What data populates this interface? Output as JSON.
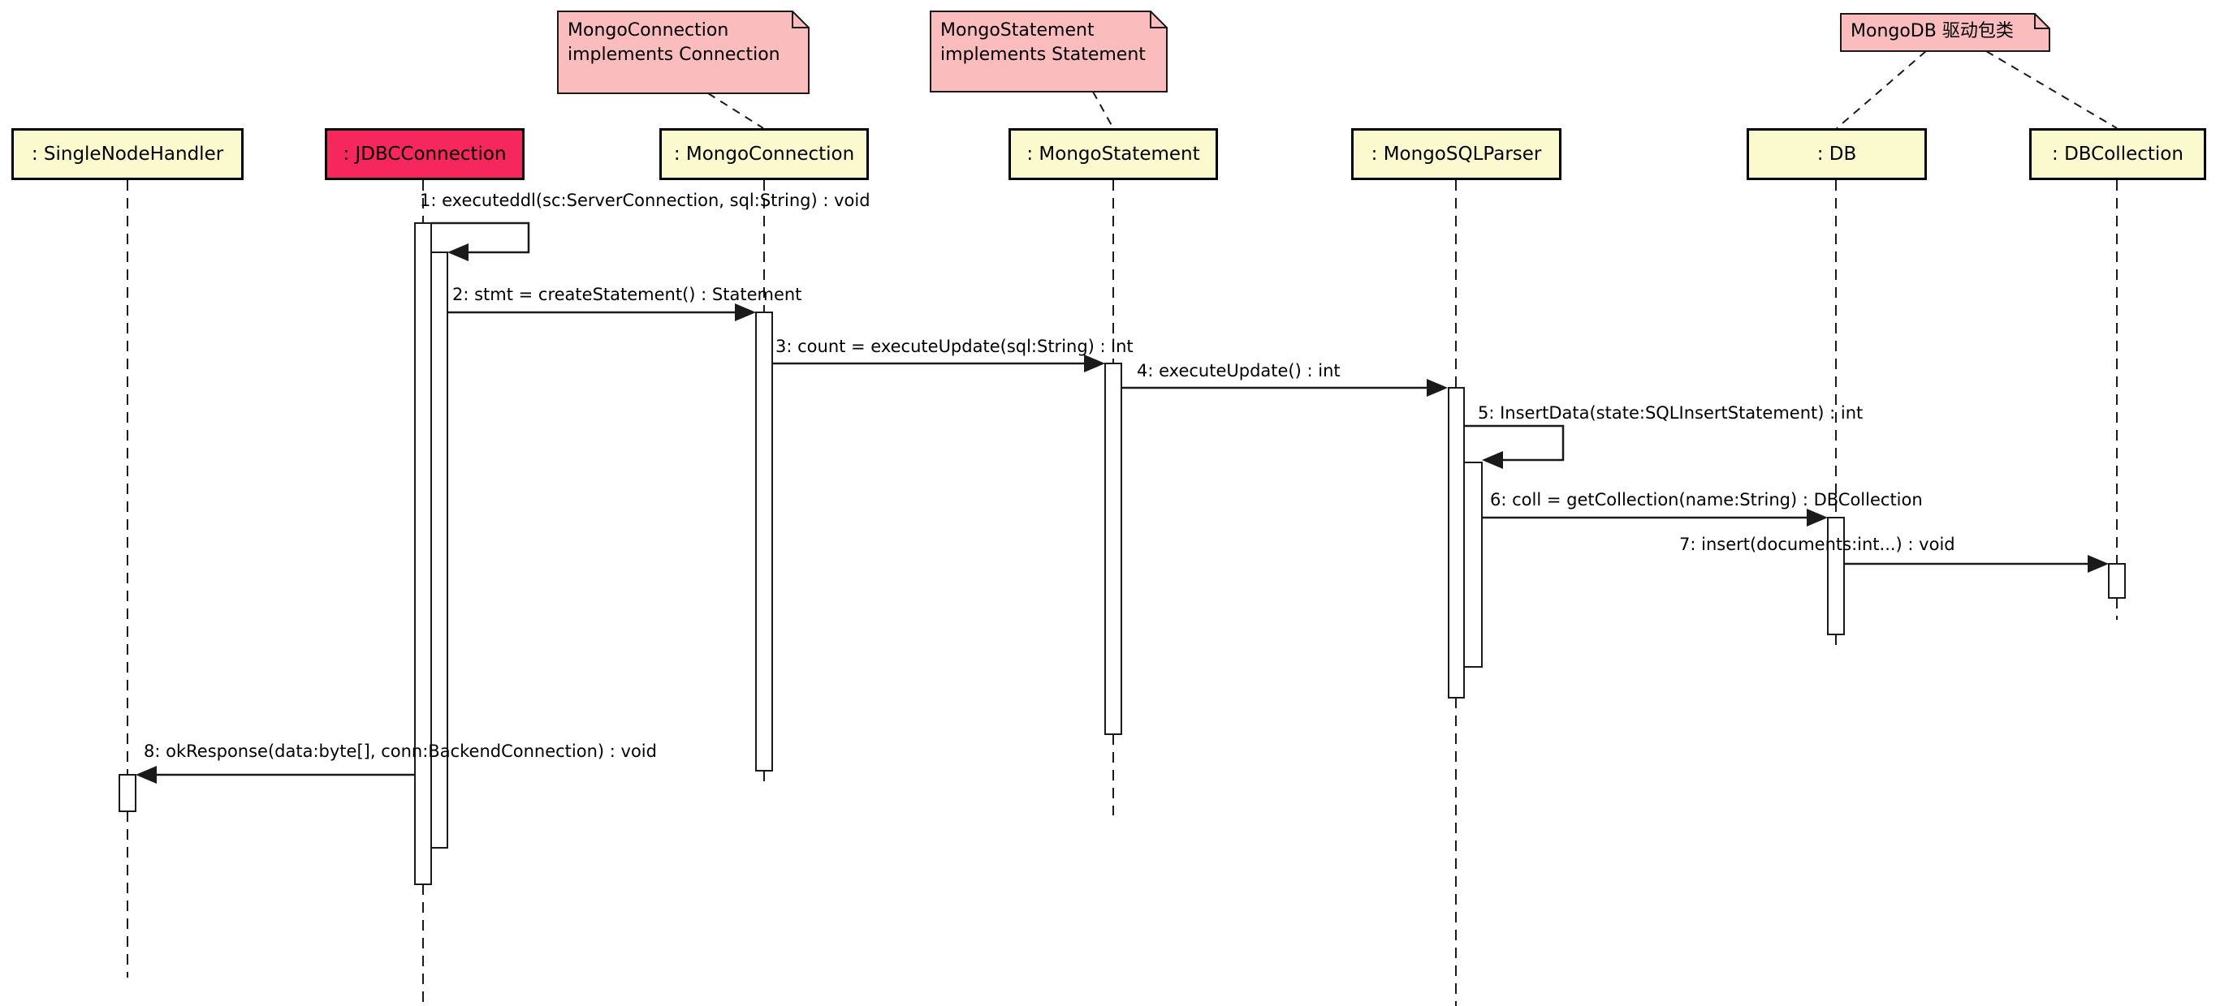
{
  "diagram": {
    "kind": "uml-sequence-diagram",
    "background": "white"
  },
  "colors": {
    "background": "#ffffff",
    "participant_fill": "#faface",
    "participant_border": "#000000",
    "highlight_fill": "#f5275c",
    "note_fill": "#fbbcbe",
    "line": "#1a1a1a"
  },
  "participants": [
    {
      "label": ": SingleNodeHandler",
      "highlighted": false
    },
    {
      "label": ": JDBCConnection",
      "highlighted": true
    },
    {
      "label": ": MongoConnection",
      "highlighted": false
    },
    {
      "label": ": MongoStatement",
      "highlighted": false
    },
    {
      "label": ": MongoSQLParser",
      "highlighted": false
    },
    {
      "label": ": DB",
      "highlighted": false
    },
    {
      "label": ": DBCollection",
      "highlighted": false
    }
  ],
  "notes": [
    {
      "lines": [
        "MongoConnection",
        "implements Connection"
      ],
      "attached_to": ": MongoConnection"
    },
    {
      "lines": [
        "MongoStatement",
        "implements Statement"
      ],
      "attached_to": ": MongoStatement"
    },
    {
      "lines": [
        "MongoDB 驱动包类"
      ],
      "attached_to": ": DB and : DBCollection"
    }
  ],
  "messages": [
    {
      "label": "1: executeddl(sc:ServerConnection, sql:String) : void",
      "from": ": JDBCConnection",
      "to": ": JDBCConnection",
      "kind": "self-call"
    },
    {
      "label": "2: stmt = createStatement() : Statement",
      "from": ": JDBCConnection",
      "to": ": MongoConnection",
      "kind": "call"
    },
    {
      "label": "3: count = executeUpdate(sql:String) : int",
      "from": ": MongoConnection",
      "to": ": MongoStatement",
      "kind": "call"
    },
    {
      "label": "4: executeUpdate() : int",
      "from": ": MongoStatement",
      "to": ": MongoSQLParser",
      "kind": "call"
    },
    {
      "label": "5: InsertData(state:SQLInsertStatement) : int",
      "from": ": MongoSQLParser",
      "to": ": MongoSQLParser",
      "kind": "self-call"
    },
    {
      "label": "6: coll = getCollection(name:String) : DBCollection",
      "from": ": MongoSQLParser",
      "to": ": DB",
      "kind": "call"
    },
    {
      "label": "7: insert(documents:int...) : void",
      "from": ": DB",
      "to": ": DBCollection",
      "kind": "call"
    },
    {
      "label": "8: okResponse(data:byte[], conn:BackendConnection) : void",
      "from": ": JDBCConnection",
      "to": ": SingleNodeHandler",
      "kind": "call"
    }
  ]
}
